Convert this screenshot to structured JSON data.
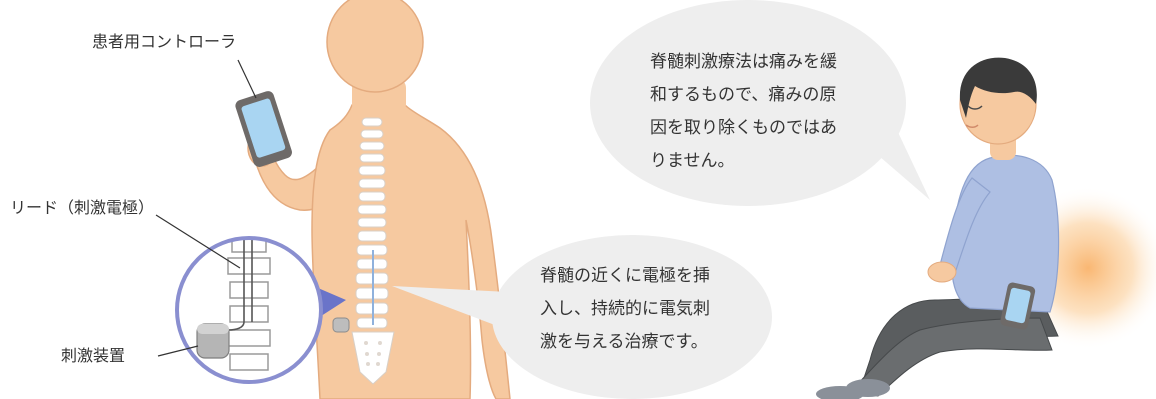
{
  "labels": {
    "controller": "患者用コントローラ",
    "lead": "リード（刺激電極）",
    "stimulator": "刺激装置"
  },
  "bubbles": {
    "right": [
      "脊髄刺激療法は痛みを緩",
      "和するもので、痛みの原",
      "因を取り除くものではあ",
      "りません。"
    ],
    "center": [
      "脊髄の近くに電極を挿",
      "入し、持続的に電気刺",
      "激を与える治療です。"
    ]
  },
  "colors": {
    "skin": "#f6c9a0",
    "bone": "#ffffff",
    "bubble": "#eeeeee",
    "magnifier_ring": "#8a8fd0",
    "callout": "#6a74c9",
    "shirt": "#aebfe3",
    "pants": "#5a5d5f",
    "hair": "#3a3a3a",
    "phone": "#6e6a68",
    "screen": "#a9d5f2",
    "glow": "#f9b36b",
    "text": "#333333"
  }
}
